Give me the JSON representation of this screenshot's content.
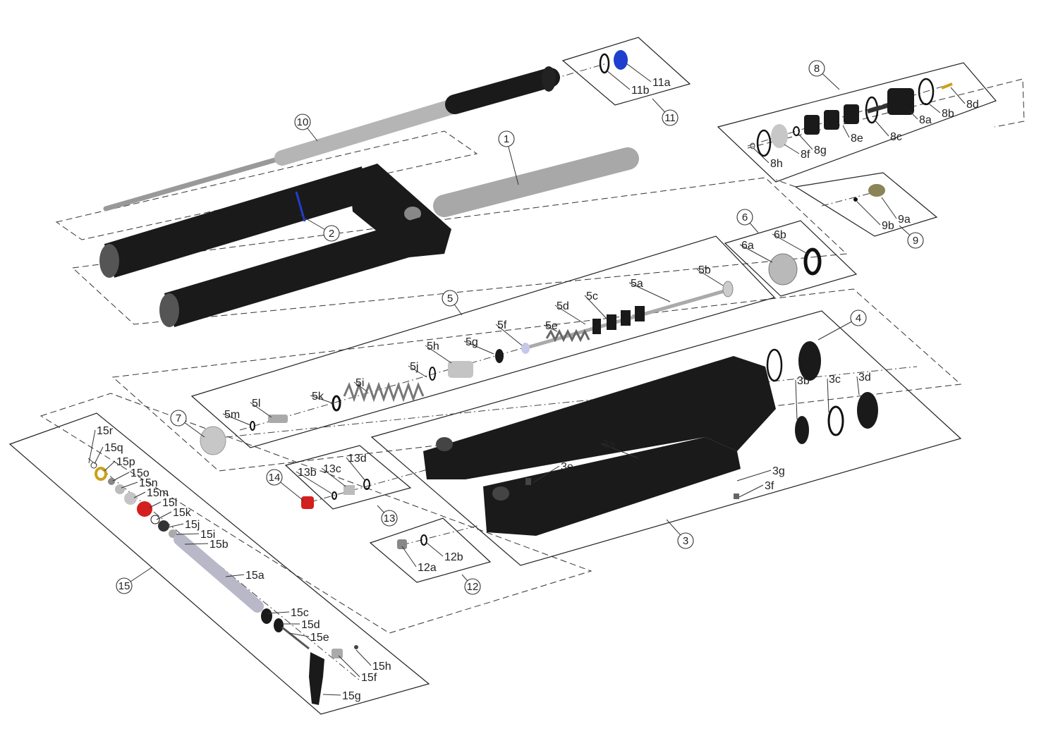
{
  "diagram": {
    "type": "exploded-parts-view",
    "colors": {
      "line": "#222222",
      "part_black": "#1a1a1a",
      "part_gray": "#a9a9a9",
      "blue": "#1f3fcf",
      "red": "#d41f1f",
      "gold": "#c9a21a",
      "olive": "#8a8456"
    },
    "assemblies": [
      "1",
      "2",
      "3",
      "4",
      "5",
      "6",
      "7",
      "8",
      "9",
      "10",
      "11",
      "12",
      "13",
      "14",
      "15"
    ],
    "parts": [
      "11a",
      "11b",
      "8a",
      "8b",
      "8c",
      "8d",
      "8e",
      "8f",
      "8g",
      "8h",
      "9a",
      "9b",
      "6a",
      "6b",
      "5a",
      "5b",
      "5c",
      "5d",
      "5e",
      "5f",
      "5g",
      "5h",
      "5i",
      "5j",
      "5k",
      "5l",
      "5m",
      "3a",
      "3b",
      "3c",
      "3d",
      "3e",
      "3f",
      "3g",
      "13b",
      "13c",
      "13d",
      "12a",
      "12b",
      "15r",
      "15q",
      "15p",
      "15o",
      "15n",
      "15m",
      "15l",
      "15k",
      "15j",
      "15i",
      "15b",
      "15a",
      "15c",
      "15d",
      "15e",
      "15f",
      "15g",
      "15h"
    ]
  }
}
